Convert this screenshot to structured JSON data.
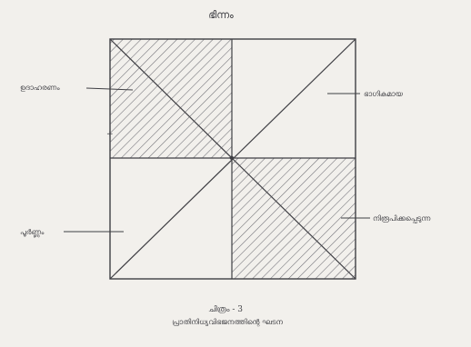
{
  "diagram": {
    "title": "ഭിന്നം",
    "labels": {
      "top_left": "ഉദാഹരണം",
      "top_right": "ഭാഗികമായ",
      "bottom_left": "പൂർണ്ണം",
      "bottom_right": "നിരൂപിക്കപ്പെടുന്ന"
    },
    "shaded_quadrants": [
      "top-left",
      "bottom-right"
    ],
    "caption_line1": "ചിത്രം - 3",
    "caption_line2": "പ്രാതിനിധ്യവിഭജനത്തിന്റെ ഘടന"
  },
  "colors": {
    "paper": "#f2f0ec",
    "ink": "#3f3f44",
    "hatch": "#6c6c72"
  }
}
